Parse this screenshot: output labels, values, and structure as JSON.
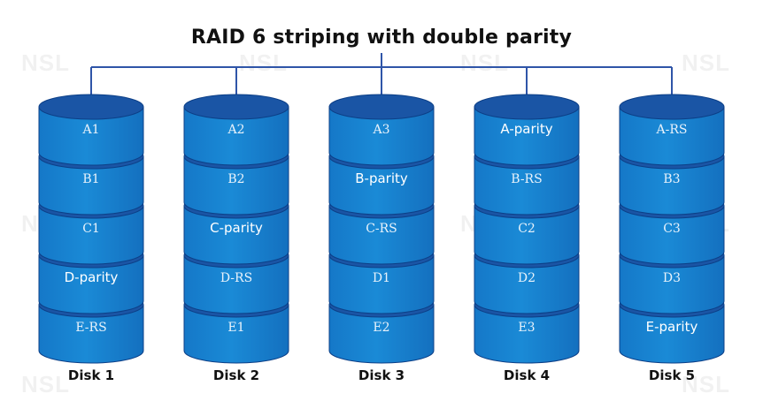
{
  "title": "RAID 6 striping with double parity",
  "watermark": "NSL",
  "colors": {
    "connector": "#2f55a8",
    "segment_top": "#1a55a5",
    "segment_body": "#1a8ad6",
    "segment_edge": "#0c3f87",
    "parity_text": "#ffffff",
    "data_text": "#e8f2fb"
  },
  "disks": [
    {
      "label": "Disk 1",
      "blocks": [
        {
          "text": "A1",
          "parity": false
        },
        {
          "text": "B1",
          "parity": false
        },
        {
          "text": "C1",
          "parity": false
        },
        {
          "text": "D-parity",
          "parity": true
        },
        {
          "text": "E-RS",
          "parity": false
        }
      ]
    },
    {
      "label": "Disk 2",
      "blocks": [
        {
          "text": "A2",
          "parity": false
        },
        {
          "text": "B2",
          "parity": false
        },
        {
          "text": "C-parity",
          "parity": true
        },
        {
          "text": "D-RS",
          "parity": false
        },
        {
          "text": "E1",
          "parity": false
        }
      ]
    },
    {
      "label": "Disk 3",
      "blocks": [
        {
          "text": "A3",
          "parity": false
        },
        {
          "text": "B-parity",
          "parity": true
        },
        {
          "text": "C-RS",
          "parity": false
        },
        {
          "text": "D1",
          "parity": false
        },
        {
          "text": "E2",
          "parity": false
        }
      ]
    },
    {
      "label": "Disk 4",
      "blocks": [
        {
          "text": "A-parity",
          "parity": true
        },
        {
          "text": "B-RS",
          "parity": false
        },
        {
          "text": "C2",
          "parity": false
        },
        {
          "text": "D2",
          "parity": false
        },
        {
          "text": "E3",
          "parity": false
        }
      ]
    },
    {
      "label": "Disk 5",
      "blocks": [
        {
          "text": "A-RS",
          "parity": false
        },
        {
          "text": "B3",
          "parity": false
        },
        {
          "text": "C3",
          "parity": false
        },
        {
          "text": "D3",
          "parity": false
        },
        {
          "text": "E-parity",
          "parity": true
        }
      ]
    }
  ]
}
